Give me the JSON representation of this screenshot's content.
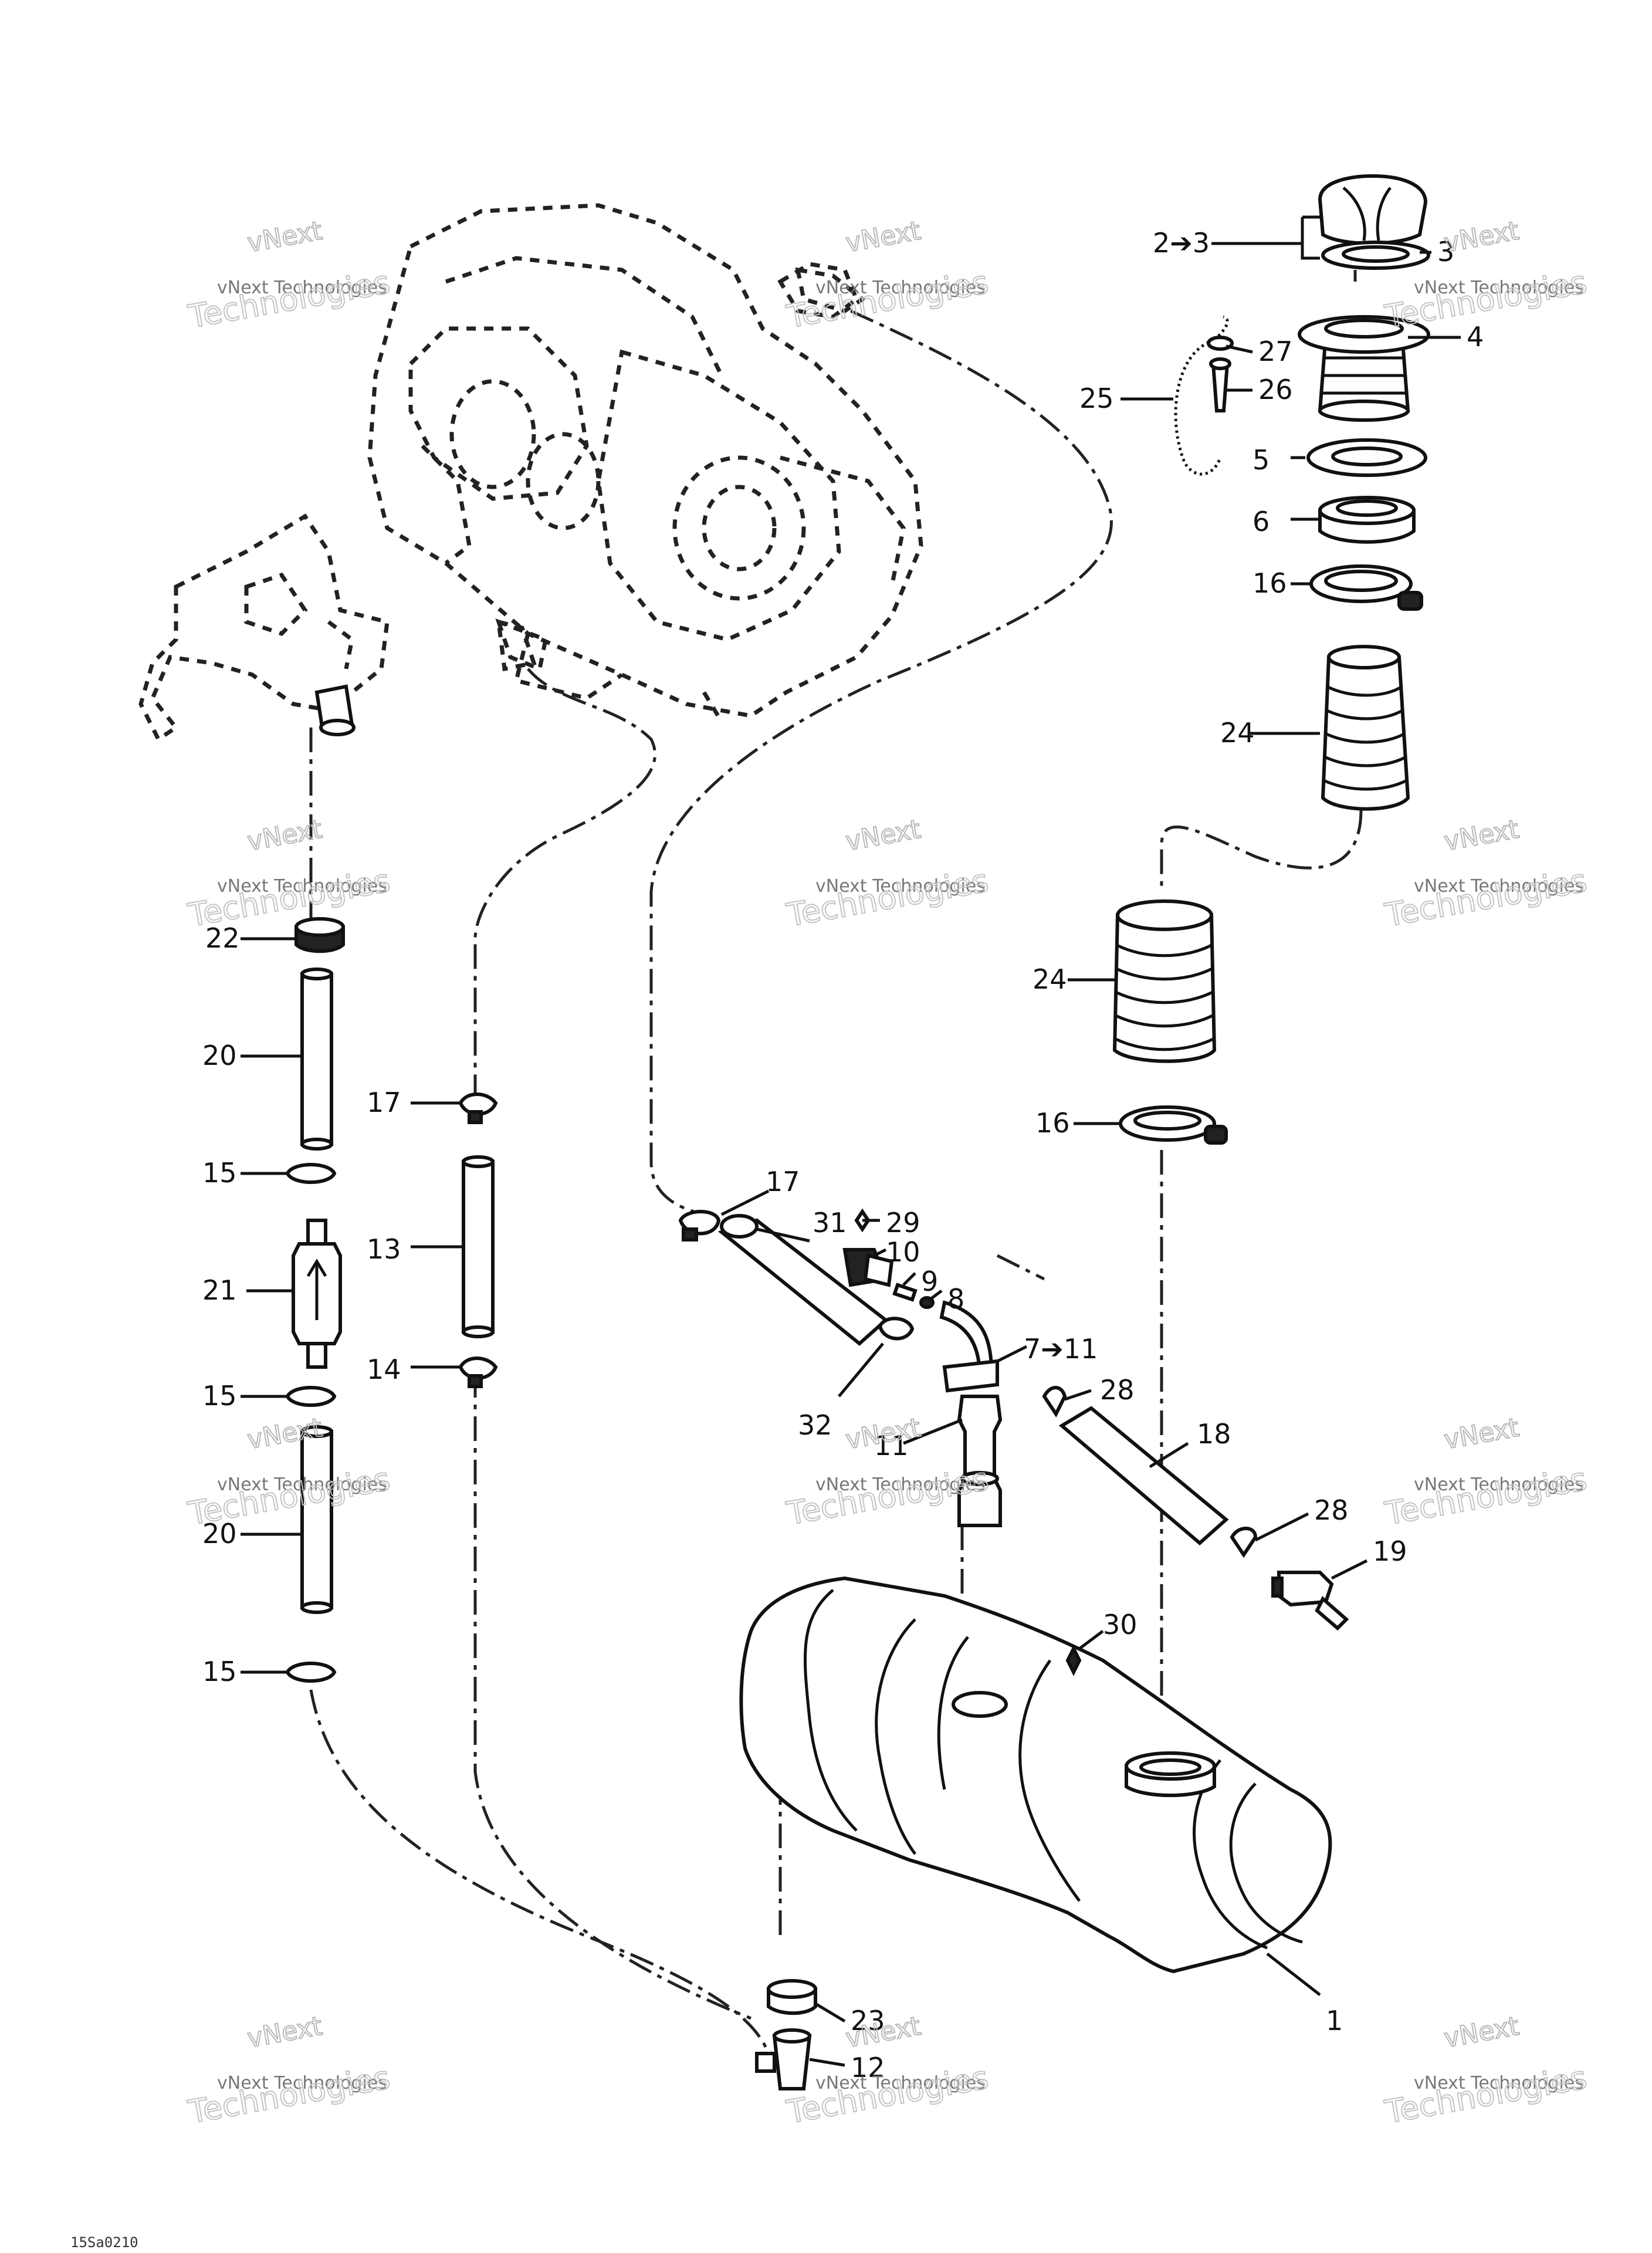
{
  "diagram": {
    "footer_code": "15Sa0210",
    "callouts": {
      "c1": "1",
      "c2to3": "2➔3",
      "c3": "3",
      "c4": "4",
      "c5": "5",
      "c6": "6",
      "c7to11": "7➔11",
      "c8": "8",
      "c9": "9",
      "c10": "10",
      "c11": "11",
      "c12": "12",
      "c13": "13",
      "c14": "14",
      "c15a": "15",
      "c15b": "15",
      "c15c": "15",
      "c16a": "16",
      "c16b": "16",
      "c17a": "17",
      "c17b": "17",
      "c18": "18",
      "c19": "19",
      "c20a": "20",
      "c20b": "20",
      "c21": "21",
      "c22": "22",
      "c23": "23",
      "c24a": "24",
      "c24b": "24",
      "c25": "25",
      "c26": "26",
      "c27": "27",
      "c28a": "28",
      "c28b": "28",
      "c29": "29",
      "c30": "30",
      "c31": "31",
      "c32": "32"
    }
  },
  "watermark": {
    "line1": "vNext",
    "line2": "vNext Technologies",
    "line3": "Technologies"
  }
}
